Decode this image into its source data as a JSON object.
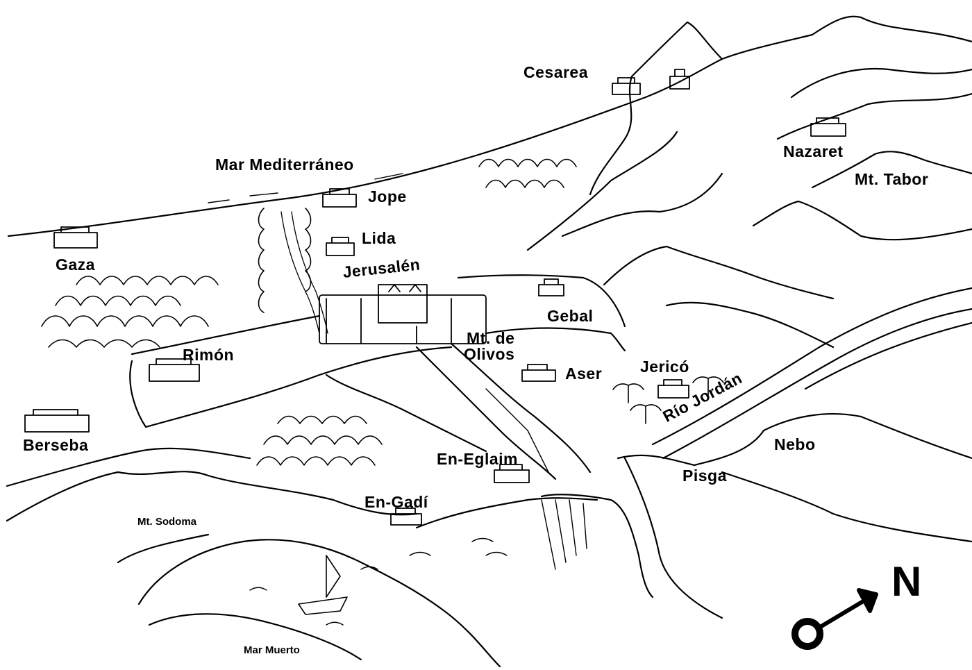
{
  "labels": {
    "cesarea": "Cesarea",
    "nazaret": "Nazaret",
    "mt_tabor": "Mt. Tabor",
    "mar_mediterraneo": "Mar Mediterráneo",
    "jope": "Jope",
    "lida": "Lida",
    "gaza": "Gaza",
    "jerusalen": "Jerusalén",
    "gebal": "Gebal",
    "mt_de_olivos_line1": "Mt. de",
    "mt_de_olivos_line2": "Olivos",
    "rimon": "Rimón",
    "aser": "Aser",
    "jerico": "Jericó",
    "rio_jordan": "Río Jordán",
    "berseba": "Berseba",
    "en_eglaim": "En-Eglaim",
    "nebo": "Nebo",
    "pisga": "Pisga",
    "en_gadi": "En-Gadí",
    "mt_sodoma": "Mt. Sodoma",
    "mar_muerto": "Mar Muerto"
  },
  "compass": {
    "north_letter": "N",
    "icon": "north-arrow-icon"
  },
  "colors": {
    "ink": "#000000",
    "paper": "#ffffff"
  }
}
